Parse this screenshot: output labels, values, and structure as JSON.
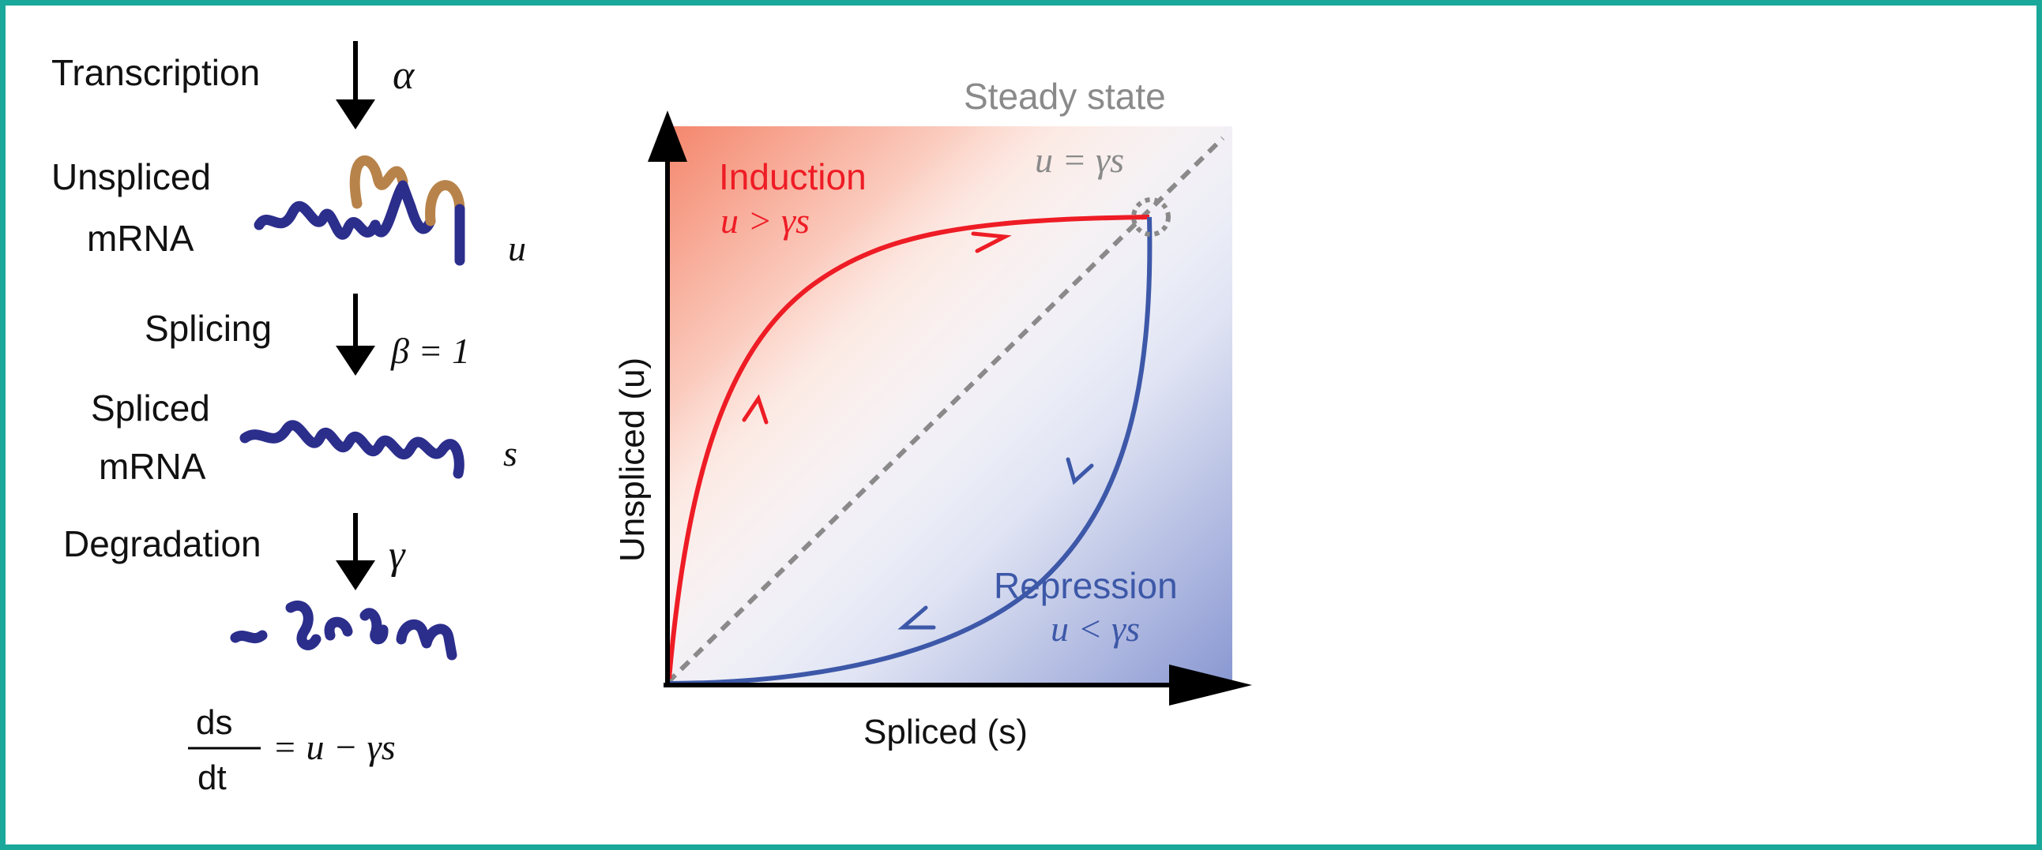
{
  "pathway": {
    "transcription_label": "Transcription",
    "transcription_rate": "α",
    "unspliced_label_line1": "Unspliced",
    "unspliced_label_line2": "mRNA",
    "unspliced_symbol": "u",
    "splicing_label": "Splicing",
    "splicing_rate": "β = 1",
    "spliced_label_line1": "Spliced",
    "spliced_label_line2": "mRNA",
    "spliced_symbol": "s",
    "degradation_label": "Degradation",
    "degradation_rate": "γ",
    "equation_numerator": "ds",
    "equation_denominator": "dt",
    "equation_rhs": "= u − γs"
  },
  "phase_plot": {
    "steady_state_label": "Steady state",
    "steady_state_equation": "u = γs",
    "induction_label": "Induction",
    "induction_condition": "u > γs",
    "repression_label": "Repression",
    "repression_condition": "u < γs",
    "x_axis_label": "Spliced (s)",
    "y_axis_label": "Unspliced (u)"
  },
  "colors": {
    "frame": "#1aa89a",
    "unspliced_exon": "#2c2e8c",
    "intron": "#b8834a",
    "induction": "#ee1c25",
    "repression": "#3d58a8",
    "steady_state": "#8a8a8a"
  },
  "icons": [
    "down-arrow-icon",
    "unspliced-mrna-icon",
    "spliced-mrna-icon",
    "degraded-mrna-icon"
  ]
}
